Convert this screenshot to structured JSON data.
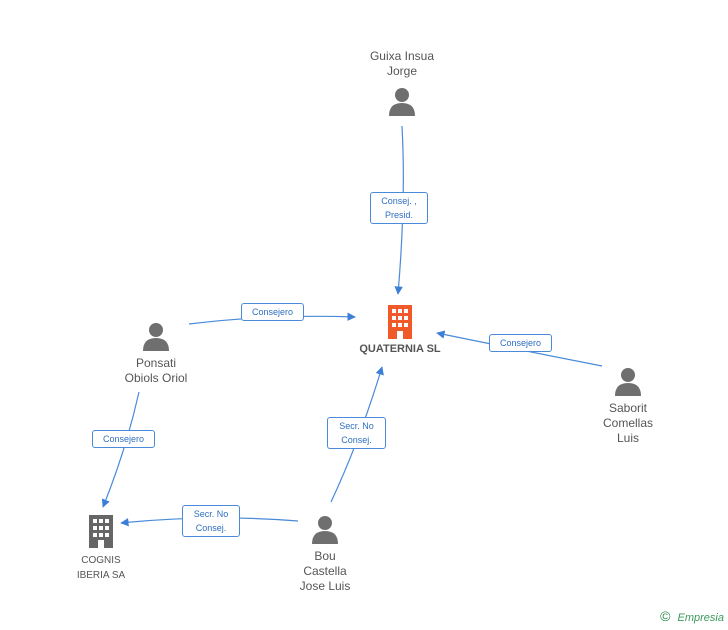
{
  "nodes": {
    "quaternia": {
      "label": "QUATERNIA SL",
      "kind": "company",
      "color": "#f05a28"
    },
    "cognis": {
      "label": "COGNIS\nIBERIA SA",
      "kind": "company",
      "color": "#666666"
    },
    "guixa": {
      "label": "Guixa Insua\nJorge",
      "kind": "person"
    },
    "ponsati": {
      "label": "Ponsati\nObiols Oriol",
      "kind": "person"
    },
    "saborit": {
      "label": "Saborit\nComellas\nLuis",
      "kind": "person"
    },
    "bou": {
      "label": "Bou\nCastella\nJose Luis",
      "kind": "person"
    }
  },
  "edges": [
    {
      "from": "guixa",
      "to": "quaternia",
      "label": "Consej. ,\nPresid."
    },
    {
      "from": "ponsati",
      "to": "quaternia",
      "label": "Consejero"
    },
    {
      "from": "saborit",
      "to": "quaternia",
      "label": "Consejero"
    },
    {
      "from": "bou",
      "to": "quaternia",
      "label": "Secr. No\nConsej."
    },
    {
      "from": "ponsati",
      "to": "cognis",
      "label": "Consejero"
    },
    {
      "from": "bou",
      "to": "cognis",
      "label": "Secr. No\nConsej."
    }
  ],
  "footer": {
    "copyright": "©",
    "brand": "Empresia"
  },
  "colors": {
    "edge": "#4a8ad8",
    "person": "#6f6f6f",
    "main_company": "#f05a28",
    "company": "#666666"
  }
}
